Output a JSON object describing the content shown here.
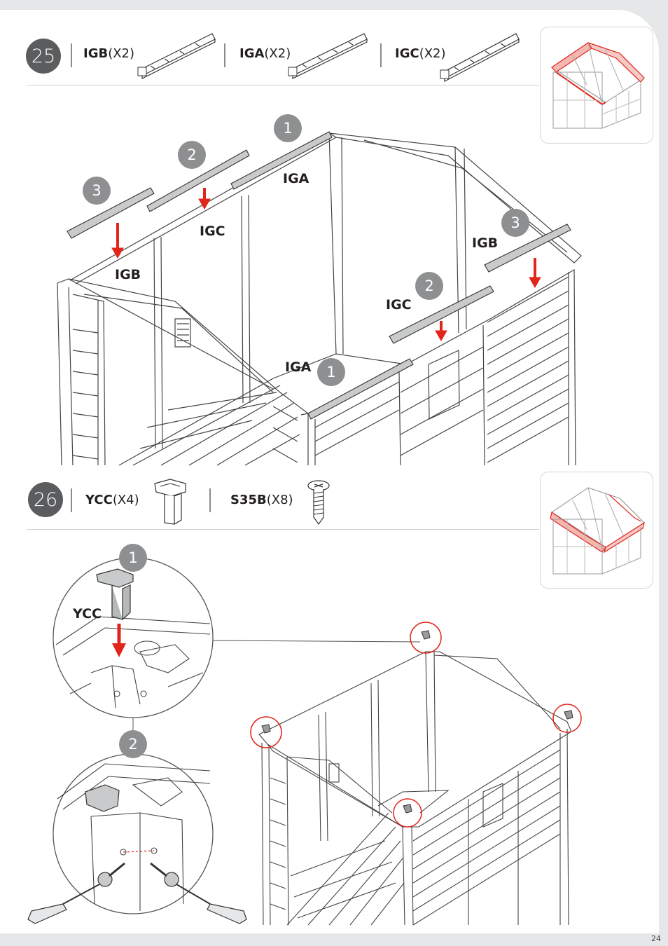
{
  "step25": {
    "number": "25",
    "parts": [
      {
        "code": "IGB",
        "qty": "(X2)"
      },
      {
        "code": "IGA",
        "qty": "(X2)"
      },
      {
        "code": "IGC",
        "qty": "(X2)"
      }
    ],
    "labels": {
      "iga_left": "IGA",
      "igc_left": "IGC",
      "igb_left": "IGB",
      "igb_right": "IGB",
      "igc_right": "IGC",
      "iga_front": "IGA"
    },
    "callouts": {
      "c1_top": "1",
      "c2_top": "2",
      "c3_left": "3",
      "c3_right": "3",
      "c2_right": "2",
      "c1_front": "1"
    }
  },
  "step26": {
    "number": "26",
    "parts": [
      {
        "code": "YCC",
        "qty": "(X4)"
      },
      {
        "code": "S35B",
        "qty": "(X8)"
      }
    ],
    "detail1": {
      "callout": "1",
      "label": "YCC"
    },
    "detail2": {
      "callout": "2"
    }
  },
  "colors": {
    "accent_red": "#e1251b",
    "step_gray": "#5b5c5e",
    "callout_gray": "#8e8f91"
  },
  "page_number": "24"
}
